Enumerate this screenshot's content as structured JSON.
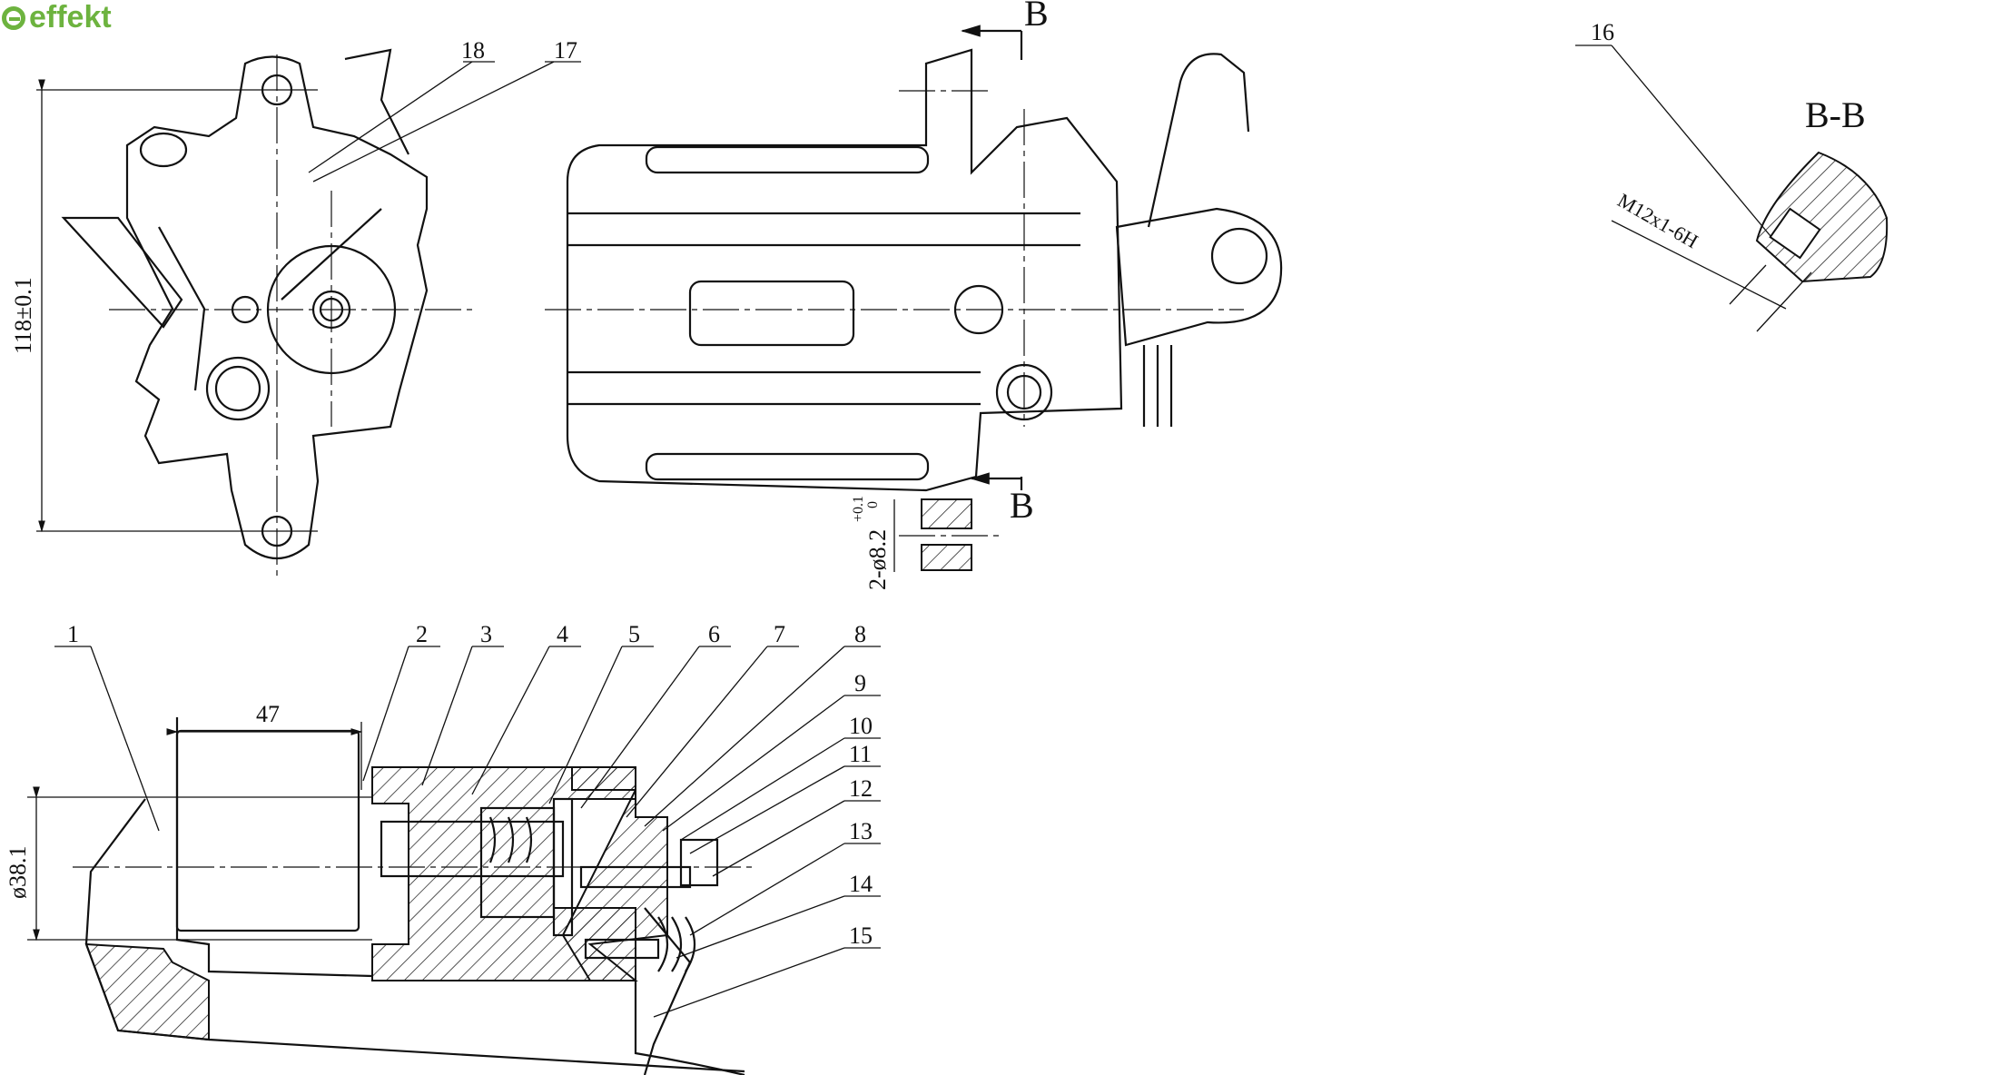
{
  "logo": {
    "text": "effekt",
    "color": "#6db33f"
  },
  "dimensions": {
    "height": "118±0.1",
    "hole": "2-ø8.2",
    "hole_tol_upper": "+0.1",
    "hole_tol_lower": "0",
    "piston_diameter": "ø38.1",
    "piston_length": "47",
    "thread": "M12x1-6H"
  },
  "section_marks": {
    "top": "B",
    "bottom": "B",
    "view_title": "B-B"
  },
  "part_labels": [
    "1",
    "2",
    "3",
    "4",
    "5",
    "6",
    "7",
    "8",
    "9",
    "10",
    "11",
    "12",
    "13",
    "14",
    "15",
    "16",
    "17",
    "18"
  ]
}
